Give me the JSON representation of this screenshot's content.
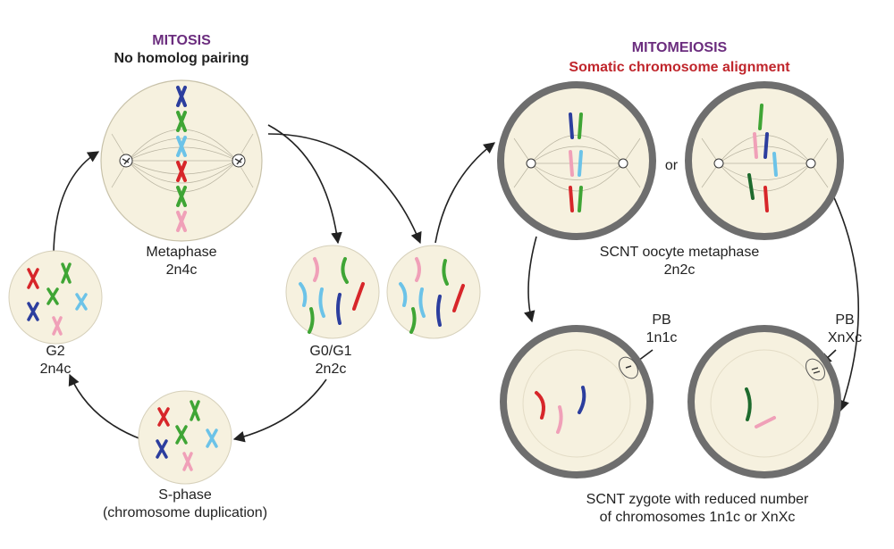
{
  "mitosis": {
    "title": "MITOSIS",
    "subtitle": "No homolog pairing",
    "metaphase": {
      "label": "Metaphase",
      "ploidy": "2n4c"
    },
    "g0g1": {
      "label": "G0/G1",
      "ploidy": "2n2c"
    },
    "g2": {
      "label": "G2",
      "ploidy": "2n4c"
    },
    "sphase": {
      "label": "S-phase",
      "detail": "(chromosome duplication)"
    }
  },
  "mitomeiosis": {
    "title": "MITOMEIOSIS",
    "subtitle": "Somatic chromosome alignment",
    "or_label": "or",
    "oocyte": {
      "label": "SCNT oocyte metaphase",
      "ploidy": "2n2c"
    },
    "pb_left": {
      "label": "PB",
      "ploidy": "1n1c"
    },
    "pb_right": {
      "label": "PB",
      "ploidy": "XnXc"
    },
    "zygote": {
      "line1": "SCNT zygote  with reduced number",
      "line2": "of chromosomes 1n1c  or  XnXc"
    }
  },
  "colors": {
    "blue": "#2c3e9e",
    "green": "#3fa535",
    "light_blue": "#6cc3e8",
    "red": "#d7262a",
    "pink": "#f0a0b8",
    "dark_green": "#1e6b2e",
    "cell_fill": "#f6f1df",
    "title_purple": "#6b2d7e",
    "title_red": "#c0262c"
  }
}
